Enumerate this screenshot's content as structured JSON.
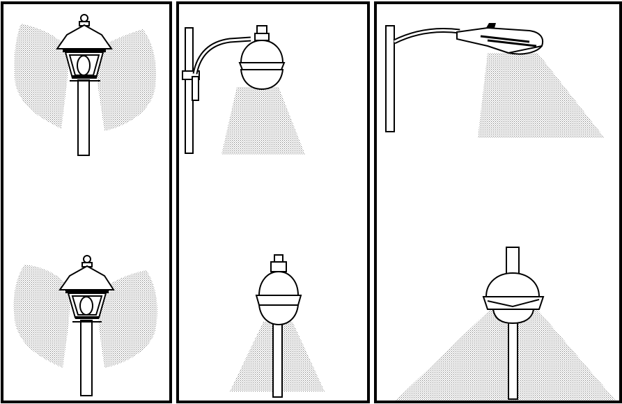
{
  "figure": {
    "panels": [
      {
        "id": "acorn-lantern",
        "fixtures": [
          "lantern-post-top",
          "lantern-post-bottom"
        ]
      },
      {
        "id": "bracket-pendant",
        "fixtures": [
          "wall-arm-pendant",
          "post-top-pendant"
        ]
      },
      {
        "id": "cobra-head",
        "fixtures": [
          "cobra-arm-luminaire",
          "post-top-dome"
        ]
      }
    ],
    "colors": {
      "ink": "#000000",
      "background": "#ffffff",
      "light": "#9a9a9a"
    }
  }
}
